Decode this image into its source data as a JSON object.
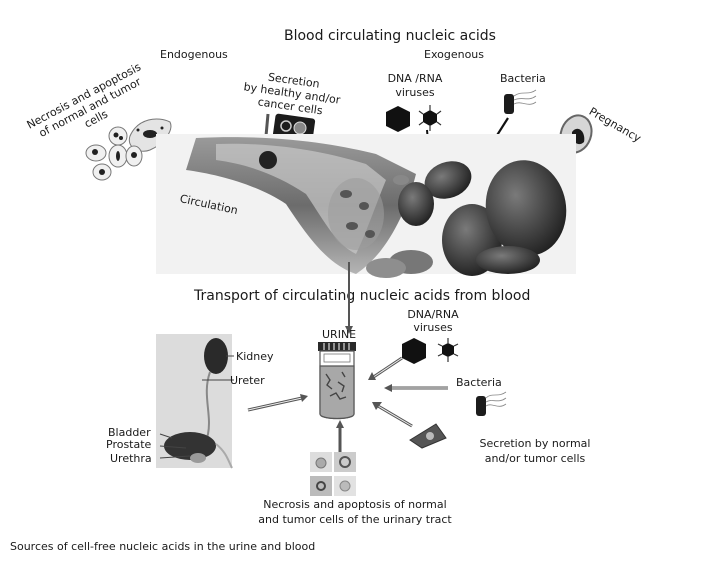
{
  "figure": {
    "caption": "Sources of cell-free nucleic acids in the urine and blood",
    "top_section": {
      "title": "Blood circulating nucleic acids",
      "endogenous_label": "Endogenous",
      "exogenous_label": "Exogenous",
      "necrosis_label_line1": "Necrosis and apoptosis",
      "necrosis_label_line2": "of normal and tumor",
      "necrosis_label_line3": "cells",
      "secretion_line1": "Secretion",
      "secretion_line2": "by healthy and/or",
      "secretion_line3": "cancer cells",
      "viruses_line1": "DNA /RNA",
      "viruses_line2": "viruses",
      "bacteria_label": "Bacteria",
      "pregnancy_label": "Pregnancy",
      "circulation_label": "Circulation"
    },
    "bottom_section": {
      "title": "Transport of circulating nucleic acids from blood",
      "urine_label": "URINE",
      "kidney_label": "Kidney",
      "ureter_label": "Ureter",
      "bladder_label": "Bladder",
      "prostate_label": "Prostate",
      "urethra_label": "Urethra",
      "viruses_line1": "DNA/RNA",
      "viruses_line2": "viruses",
      "bacteria_label": "Bacteria",
      "secretion_line1": "Secretion by normal",
      "secretion_line2": "and/or tumor cells",
      "necrosis_line1": "Necrosis and apoptosis of normal",
      "necrosis_line2": "and tumor cells of the urinary tract"
    }
  }
}
